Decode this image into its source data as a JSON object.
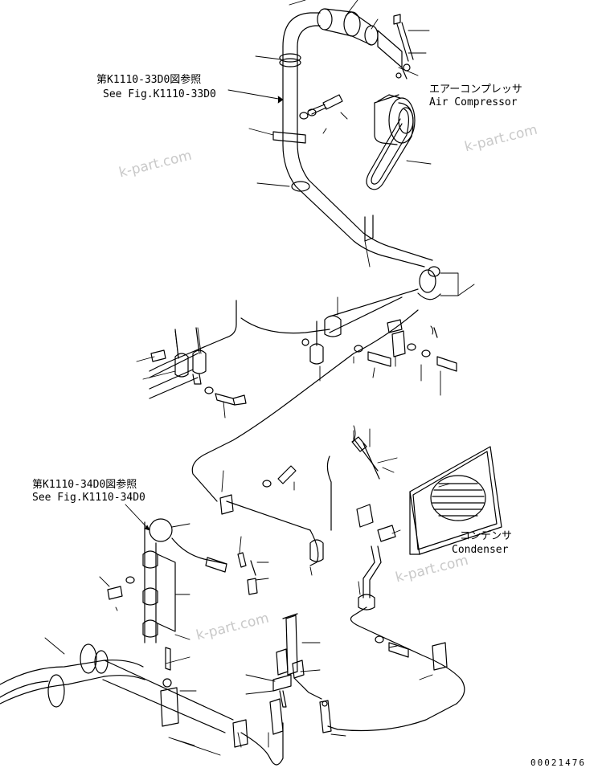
{
  "diagram": {
    "callouts": {
      "ref_33d0": {
        "jp": "第K1110-33D0図参照",
        "en": "See Fig.K1110-33D0"
      },
      "air_compressor": {
        "jp": "エアーコンプレッサ",
        "en": "Air Compressor"
      },
      "ref_34d0": {
        "jp": "第K1110-34D0図参照",
        "en": "See Fig.K1110-34D0"
      },
      "condenser": {
        "jp": "コンデンサ",
        "en": "Condenser"
      }
    },
    "watermarks": [
      "k-part.com",
      "k-part.com",
      "k-part.com",
      "k-part.com"
    ],
    "document_number": "00021476"
  }
}
